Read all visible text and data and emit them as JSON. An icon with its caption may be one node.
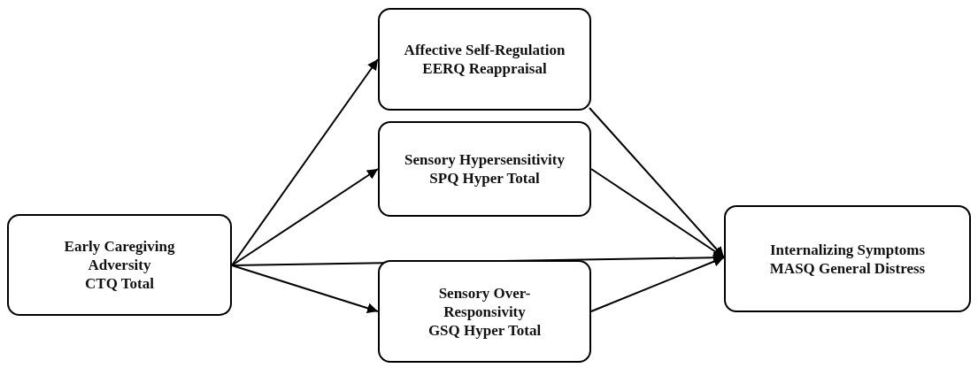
{
  "diagram": {
    "nodes": [
      {
        "text": [
          "Early Caregiving Adversity",
          "CTQ Total"
        ]
      },
      {
        "text": [
          "Affective Self-Regulation",
          "EERQ Reappraisal"
        ]
      },
      {
        "text": [
          "Sensory Hypersensitivity",
          "SPQ Hyper Total"
        ]
      },
      {
        "text": [
          "Internalizing Symptoms",
          "MASQ General Distress"
        ]
      },
      {
        "text": [
          "Sensory Over-Responsivity",
          "GSQ Hyper Total"
        ]
      }
    ],
    "edges": [
      {
        "from": 0,
        "to": 1,
        "arrow": "to"
      },
      {
        "from": 0,
        "to": 2,
        "arrow": "to"
      },
      {
        "from": 0,
        "to": 3,
        "arrow": "to"
      },
      {
        "from": 0,
        "to": 4,
        "arrow": "to"
      },
      {
        "from": 1,
        "to": 3,
        "arrow": "to"
      },
      {
        "from": 2,
        "to": 3,
        "arrow": "to"
      },
      {
        "from": 4,
        "to": 3,
        "arrow": "to"
      }
    ]
  }
}
